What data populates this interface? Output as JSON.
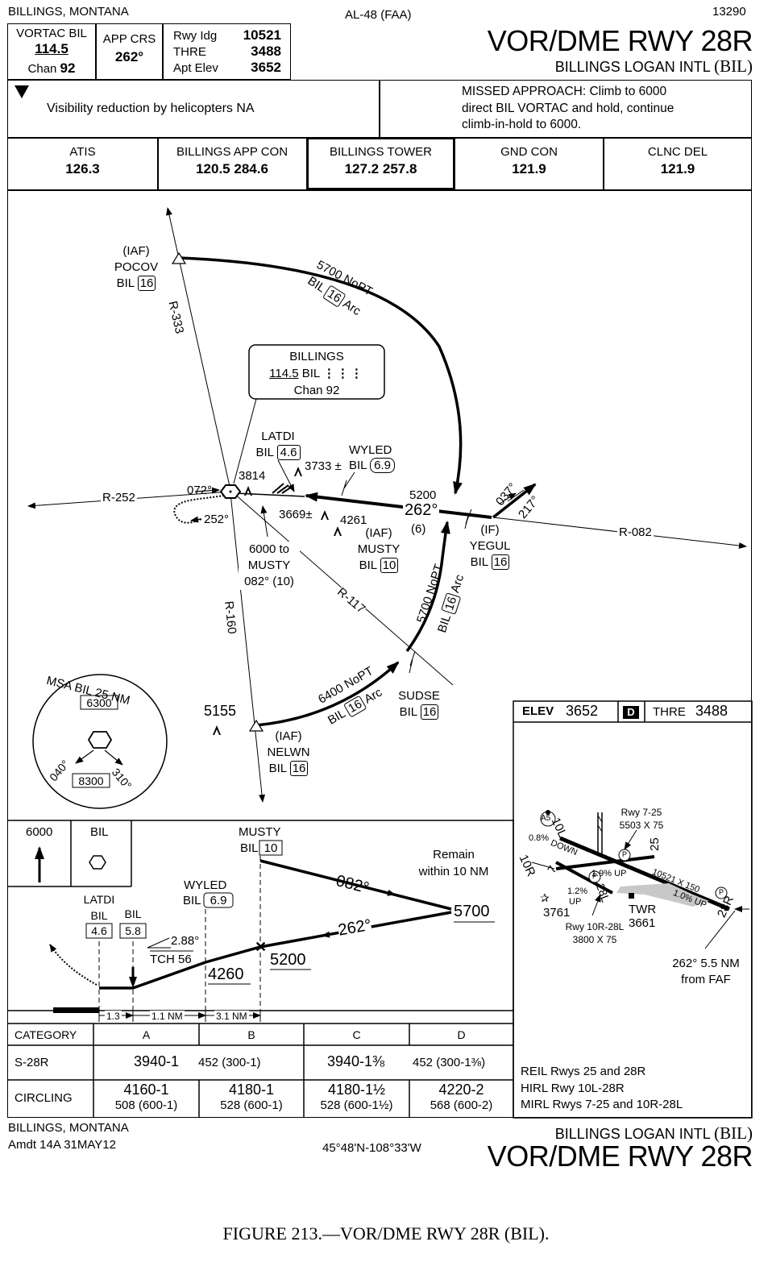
{
  "header": {
    "location": "BILLINGS, MONTANA",
    "chart_id": "AL-48 (FAA)",
    "serial": "13290",
    "title": "VOR/DME RWY 28R",
    "airport": "BILLINGS LOGAN INTL",
    "airport_code": "(BIL)"
  },
  "briefing": {
    "vortac_label": "VORTAC  BIL",
    "vortac_freq": "114.5",
    "chan_label": "Chan",
    "chan_value": "92",
    "app_crs_label": "APP CRS",
    "app_crs_value": "262°",
    "rwy_ldg_label": "Rwy Idg",
    "rwy_ldg_value": "10521",
    "thre_label": "THRE",
    "thre_value": "3488",
    "apt_elev_label": "Apt Elev",
    "apt_elev_value": "3652",
    "note": "Visibility reduction by helicopters NA",
    "missed_approach": [
      "MISSED APPROACH: Climb to 6000",
      "direct BIL VORTAC and hold, continue",
      "climb-in-hold to 6000."
    ]
  },
  "comms": [
    {
      "name": "ATIS",
      "freq": "126.3"
    },
    {
      "name": "BILLINGS APP CON",
      "freq": "120.5  284.6"
    },
    {
      "name": "BILLINGS TOWER",
      "freq": "127.2  257.8"
    },
    {
      "name": "GND CON",
      "freq": "121.9"
    },
    {
      "name": "CLNC DEL",
      "freq": "121.9"
    }
  ],
  "plan": {
    "pocov": [
      "(IAF)",
      "POCOV",
      "BIL",
      "16"
    ],
    "arc_north": [
      "5700 NoPT",
      "BIL",
      "16",
      "Arc"
    ],
    "r333": "R-333",
    "navaid_box": [
      "BILLINGS",
      "114.5",
      "BIL",
      "Chan 92"
    ],
    "latdi": [
      "LATDI",
      "BIL",
      "4.6"
    ],
    "wyled": [
      "WYLED",
      "BIL",
      "6.9"
    ],
    "elev_3733": "3733 ±",
    "elev_3814": "3814",
    "elev_3669": "3669±",
    "elev_4261": "4261",
    "r252": "R-252",
    "deg072": "072°",
    "deg252": "252°",
    "alt_5200": "5200",
    "crs_262": "262°",
    "dist_6": "(6)",
    "deg037": "037°",
    "deg217": "217°",
    "yegul": [
      "(IF)",
      "YEGUL",
      "BIL",
      "16"
    ],
    "r082": "R-082",
    "musty": [
      "(IAF)",
      "MUSTY",
      "BIL",
      "10"
    ],
    "musty_note": [
      "6000 to",
      "MUSTY",
      "082° (10)"
    ],
    "r117": "R-117",
    "r160": "R-160",
    "arc_east": [
      "5700 NoPT",
      "BIL",
      "16",
      "Arc"
    ],
    "arc_south": [
      "6400 NoPT",
      "BIL",
      "16",
      "Arc"
    ],
    "sudse": [
      "SUDSE",
      "BIL",
      "16"
    ],
    "elev_5155": "5155",
    "nelwn": [
      "(IAF)",
      "NELWN",
      "BIL",
      "16"
    ],
    "msa": {
      "title": "MSA BIL 25 NM",
      "north_alt": "6300",
      "south_alt": "8300",
      "b040": "040°",
      "b310": "310°"
    }
  },
  "airport_diagram": {
    "elev_label": "ELEV",
    "elev_value": "3652",
    "d_symbol": "D",
    "thre_label": "THRE",
    "thre_value": "3488",
    "a5": "A5",
    "rwy_7_25_label": [
      "Rwy 7-25",
      "5503 X 75"
    ],
    "rwy_10l": "10L",
    "rwy_10r": "10R",
    "rwy_25": "25",
    "rwy_7": "7",
    "rwy_28l": "28L",
    "rwy_28r": "28R",
    "grad_08": "0.8%",
    "down": "DOWN",
    "grad_19": "1.9% UP",
    "grad_12": "1.2%",
    "up": "UP",
    "grad_10": "1.0% UP",
    "dims_main": "10521 X 150",
    "p_label": "P",
    "elev_3761": "3761",
    "rwy_10r_28l_label": [
      "Rwy 10R-28L",
      "3800 X 75"
    ],
    "twr": "TWR",
    "twr_elev": "3661",
    "faf_note": [
      "262° 5.5 NM",
      "from FAF"
    ],
    "lighting": [
      "REIL Rwys 25 and 28R",
      "HIRL Rwy 10L-28R",
      "MIRL Rwys  7-25 and 10R-28L"
    ]
  },
  "profile": {
    "alt_6000": "6000",
    "bil": "BIL",
    "latdi": [
      "LATDI",
      "BIL",
      "4.6"
    ],
    "bil58": [
      "BIL",
      "5.8"
    ],
    "wyled": [
      "WYLED",
      "BIL",
      "6.9"
    ],
    "musty": [
      "MUSTY",
      "BIL",
      "10"
    ],
    "remain": [
      "Remain",
      "within 10 NM"
    ],
    "deg082": "082°",
    "deg262": "262°",
    "alt_5700": "5700",
    "alt_5200": "5200",
    "alt_4260": "4260",
    "gs": "2.88°",
    "tch": "TCH 56",
    "dist1": "1.3",
    "dist2": "1.1 NM",
    "dist3": "3.1 NM"
  },
  "minimums": {
    "headers": [
      "CATEGORY",
      "A",
      "B",
      "C",
      "D"
    ],
    "s28r_label": "S-28R",
    "s28r_ab_main": "3940-1",
    "s28r_ab_sub": "452 (300-1)",
    "s28r_cd_main": "3940-1⅜",
    "s28r_cd_sub": "452 (300-1⅜)",
    "circling_label": "CIRCLING",
    "circling": [
      {
        "main": "4160-1",
        "sub": "508 (600-1)"
      },
      {
        "main": "4180-1",
        "sub": "528 (600-1)"
      },
      {
        "main": "4180-1½",
        "sub": "528 (600-1½)"
      },
      {
        "main": "4220-2",
        "sub": "568 (600-2)"
      }
    ]
  },
  "footer": {
    "location": "BILLINGS, MONTANA",
    "amdt": "Amdt 14A  31MAY12",
    "coords": "45°48'N-108°33'W",
    "airport": "BILLINGS LOGAN INTL",
    "airport_code": "(BIL)",
    "title": "VOR/DME RWY 28R"
  },
  "caption": "FIGURE 213.—VOR/DME RWY 28R (BIL)."
}
